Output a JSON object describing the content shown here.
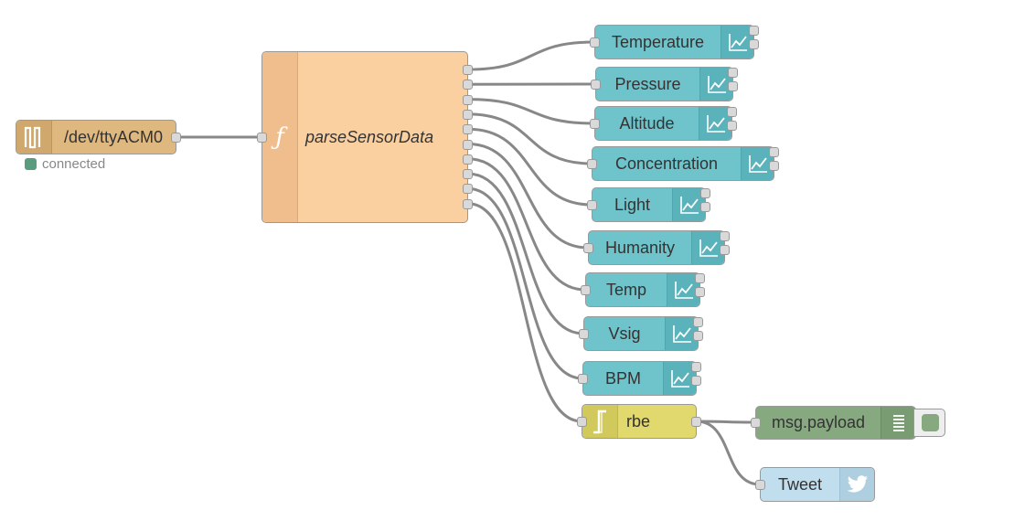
{
  "serial_node": {
    "label": "/dev/ttyACM0",
    "icon": "serial-icon",
    "color": "#dfb87f",
    "status": "connected",
    "status_color": "#5a9c7e"
  },
  "function_node": {
    "label": "parseSensorData",
    "icon": "function-icon",
    "color": "#fbd0a0",
    "outputs": 10
  },
  "chart_nodes": [
    {
      "label": "Temperature"
    },
    {
      "label": "Pressure"
    },
    {
      "label": "Altitude"
    },
    {
      "label": "Concentration"
    },
    {
      "label": "Light"
    },
    {
      "label": "Humanity"
    },
    {
      "label": "Temp"
    },
    {
      "label": "Vsig"
    },
    {
      "label": "BPM"
    }
  ],
  "rbe_node": {
    "label": "rbe",
    "icon": "rbe-icon",
    "color": "#e2d96e"
  },
  "debug_node": {
    "label": "msg.payload",
    "icon": "debug-list-icon",
    "color": "#87a980",
    "toggle_color": "#87a980"
  },
  "tweet_node": {
    "label": "Tweet",
    "icon": "twitter-icon",
    "color": "#c0deed"
  },
  "colors": {
    "wire": "#888888",
    "chart_node": "#6fc3cb",
    "port": "#d9d9d9"
  }
}
